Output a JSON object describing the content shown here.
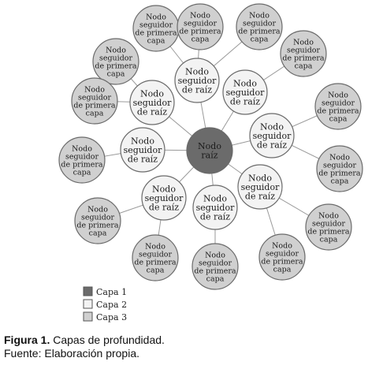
{
  "diagram": {
    "root": {
      "label": [
        "Nodo",
        "raíz"
      ]
    },
    "layer2_label": [
      "Nodo",
      "seguidor",
      "de raíz"
    ],
    "layer3_label": [
      "Nodo",
      "seguidor",
      "de primera",
      "capa"
    ],
    "colors": {
      "layer1": "#6b6b6b",
      "layer2": "#f3f3f3",
      "layer3": "#d0d0d0",
      "stroke": "#6a6a6a",
      "edge": "#9a9a9a"
    }
  },
  "legend": [
    {
      "label": "Capa 1",
      "color": "#6b6b6b"
    },
    {
      "label": "Capa 2",
      "color": "#f3f3f3"
    },
    {
      "label": "Capa 3",
      "color": "#d0d0d0"
    }
  ],
  "caption": {
    "figure_label": "Figura 1.",
    "figure_text": " Capas de profundidad.",
    "source": "Fuente: Elaboración propia."
  }
}
